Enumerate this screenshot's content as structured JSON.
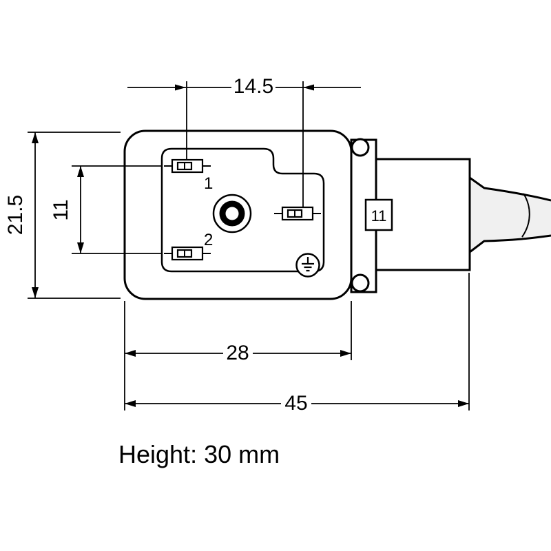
{
  "diagram": {
    "dims": {
      "top_width": "14.5",
      "body_height": "21.5",
      "pin_spacing": "11",
      "body_width": "28",
      "overall_width": "45",
      "gland": "11"
    },
    "pins": {
      "pin1": "1",
      "pin2": "2"
    },
    "note": {
      "height": "Height: 30 mm"
    }
  }
}
